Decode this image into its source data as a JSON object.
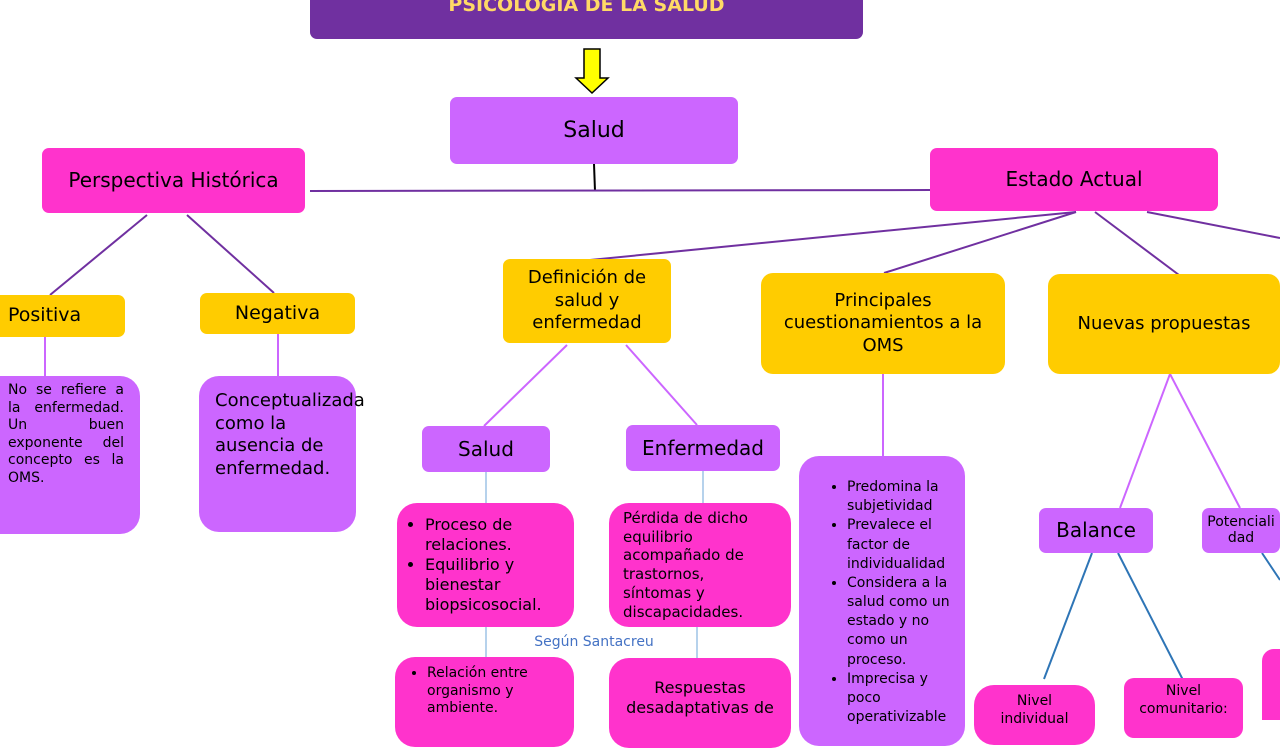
{
  "title": "PSICOLOGÍA DE LA SALUD",
  "colors": {
    "title_bg": "#7030a0",
    "title_text": "#ffd966",
    "violet": "#cc66ff",
    "magenta": "#ff33cc",
    "yellow": "#ffcc00",
    "arrow": "#ffff00",
    "note": "#4472c4"
  },
  "nodes": {
    "salud_root": "Salud",
    "perspectiva": "Perspectiva Histórica",
    "estado": "Estado Actual",
    "positiva": "Positiva",
    "negativa": "Negativa",
    "positiva_desc": "No se refiere a la enfermedad. Un buen exponente del concepto es la OMS.",
    "negativa_desc": "Conceptualizada como la ausencia de enfermedad.",
    "definicion": "Definición de salud y enfermedad",
    "principales": "Principales cuestionamientos a la OMS",
    "nuevas": "Nuevas propuestas",
    "salud": "Salud",
    "enfermedad": "Enfermedad",
    "salud_desc": [
      "Proceso de relaciones.",
      "Equilibrio  y bienestar biopsicosocial."
    ],
    "enfermedad_desc": "Pérdida de dicho equilibrio acompañado de trastornos, síntomas y discapacidades.",
    "segun": "Según Santacreu",
    "relacion": [
      "Relación entre organismo y ambiente."
    ],
    "respuestas": "Respuestas desadaptativas de",
    "principales_desc": [
      "Predomina la subjetividad",
      "Prevalece el factor de individualidad",
      "Considera a la salud como un estado y no como un proceso.",
      "Imprecisa y poco operativizable"
    ],
    "balance": "Balance",
    "potenc": "Potencialidad",
    "nivel_individual": "Nivel individual",
    "nivel_comunitario": "Nivel comunitario:"
  }
}
